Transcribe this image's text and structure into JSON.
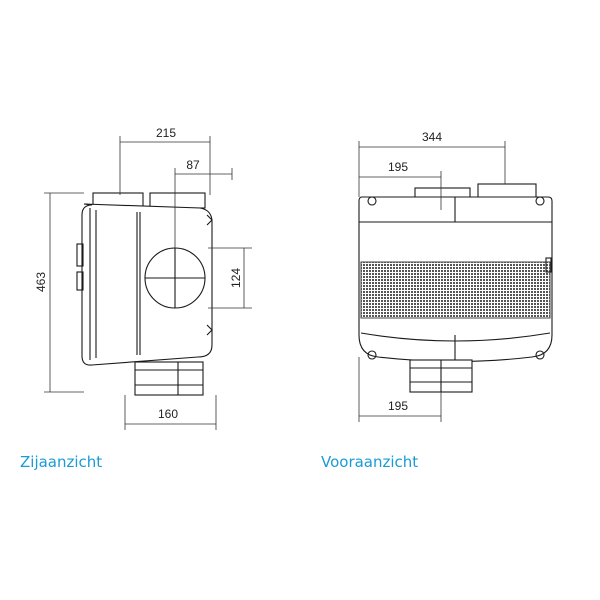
{
  "colors": {
    "line": "#1a1a1a",
    "dimension": "#333333",
    "caption": "#1a9bd7",
    "grille": "#555555"
  },
  "side_view": {
    "caption": "Zijaanzicht",
    "dims": {
      "depth_total": "215",
      "spigot_offset": "87",
      "height": "463",
      "round_opening": "124",
      "bottom_spigot": "160"
    }
  },
  "front_view": {
    "caption": "Vooraanzicht",
    "dims": {
      "width": "344",
      "top_spigot_offset": "195",
      "bottom_spigot_offset": "195"
    }
  }
}
